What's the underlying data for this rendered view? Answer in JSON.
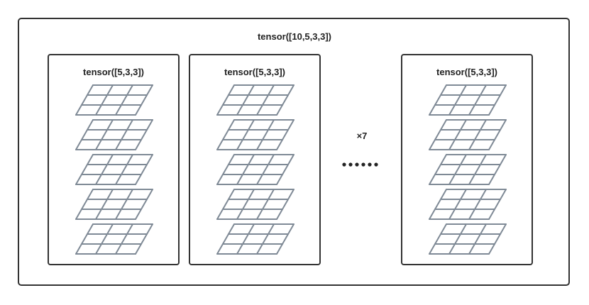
{
  "outer": {
    "title": "tensor([10,5,3,3])"
  },
  "boxes": [
    {
      "title": "tensor([5,3,3])"
    },
    {
      "title": "tensor([5,3,3])"
    },
    {
      "title": "tensor([5,3,3])"
    }
  ],
  "repeat_label": "×7",
  "grid": {
    "rows": 3,
    "cols": 3,
    "layers": 5,
    "line_color": "#7f8a96"
  }
}
